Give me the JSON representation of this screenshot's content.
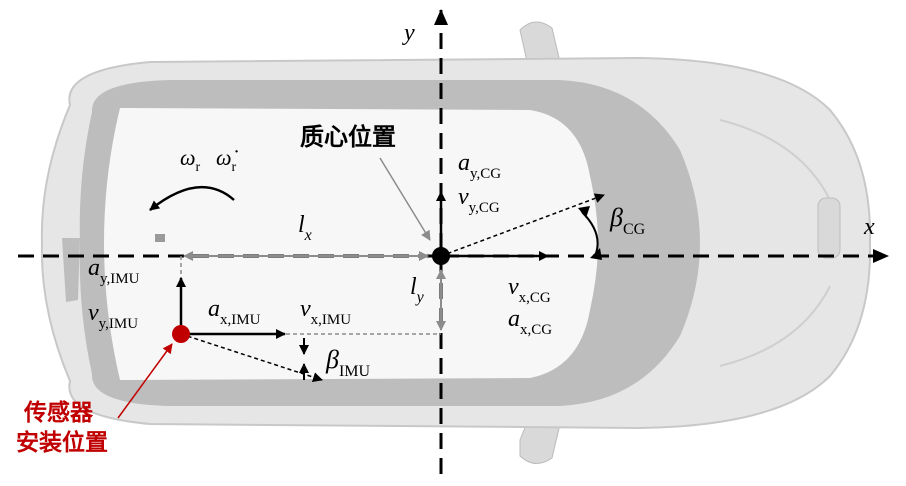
{
  "axes": {
    "x_label": "x",
    "y_label": "y"
  },
  "labels": {
    "cg_position": "质心位置",
    "sensor_position_line1": "传感器",
    "sensor_position_line2": "安装位置",
    "omega_r": "ω",
    "omega_r_sub": "r",
    "omega_dot_r": "ω̇",
    "omega_dot_r_sub": "r",
    "l_x": "l",
    "l_x_sub": "x",
    "l_y": "l",
    "l_y_sub": "y",
    "a_y_cg": "a",
    "a_y_cg_sub": "y,CG",
    "v_y_cg": "v",
    "v_y_cg_sub": "y,CG",
    "beta_cg": "β",
    "beta_cg_sub": "CG",
    "v_x_cg": "v",
    "v_x_cg_sub": "x,CG",
    "a_x_cg": "a",
    "a_x_cg_sub": "x,CG",
    "a_y_imu": "a",
    "a_y_imu_sub": "y,IMU",
    "v_y_imu": "v",
    "v_y_imu_sub": "y,IMU",
    "a_x_imu": "a",
    "a_x_imu_sub": "x,IMU",
    "v_x_imu": "v",
    "v_x_imu_sub": "x,IMU",
    "beta_imu": "β",
    "beta_imu_sub": "IMU"
  },
  "colors": {
    "axis": "#000000",
    "dimension": "#8c8c8c",
    "sensor": "#c00000",
    "car_body": "#e6e6e6",
    "car_roof": "#f7f7f7",
    "car_glass": "#bdbdbd"
  }
}
